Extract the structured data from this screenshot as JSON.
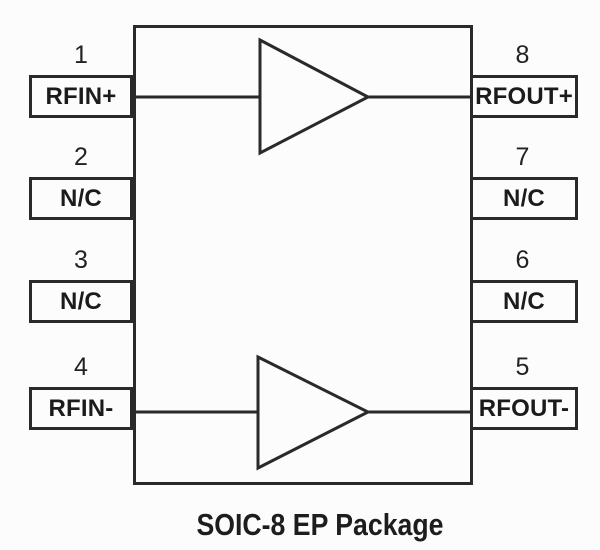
{
  "diagram": {
    "package_caption": "SOIC-8 EP Package",
    "line_color": "#2a2a2a",
    "background_color": "#fcfcfc",
    "symbols": [
      {
        "name": "amplifier-triangle-top"
      },
      {
        "name": "amplifier-triangle-bottom"
      }
    ]
  },
  "pins": {
    "left": [
      {
        "number": "1",
        "label": "RFIN+"
      },
      {
        "number": "2",
        "label": "N/C"
      },
      {
        "number": "3",
        "label": "N/C"
      },
      {
        "number": "4",
        "label": "RFIN-"
      }
    ],
    "right": [
      {
        "number": "8",
        "label": "RFOUT+"
      },
      {
        "number": "7",
        "label": "N/C"
      },
      {
        "number": "6",
        "label": "N/C"
      },
      {
        "number": "5",
        "label": "RFOUT-"
      }
    ]
  }
}
